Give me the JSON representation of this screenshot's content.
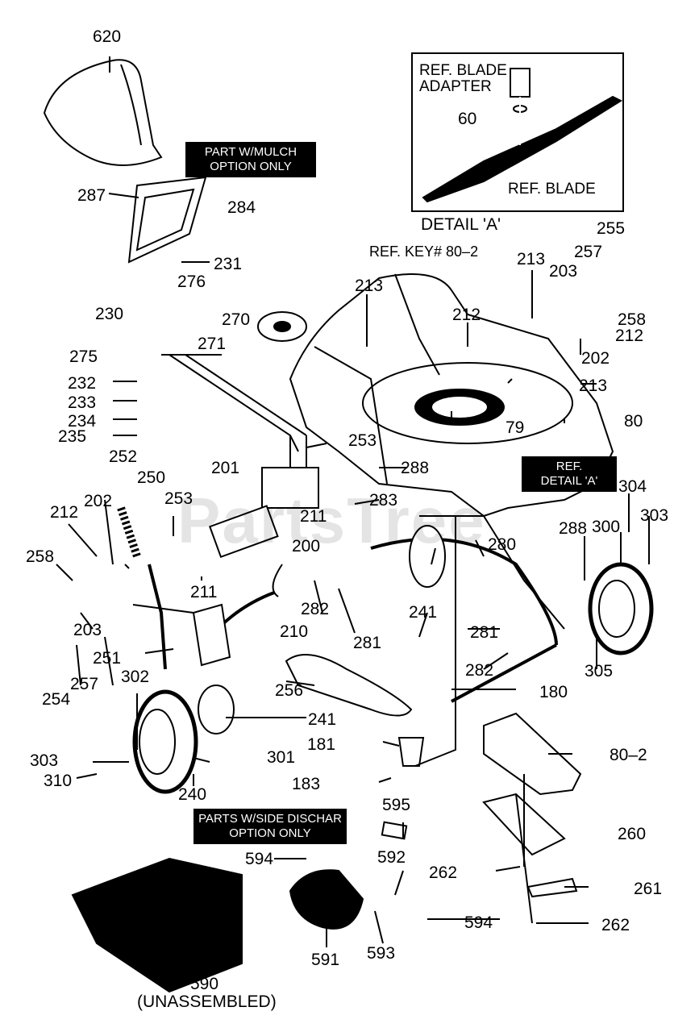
{
  "watermark": "PartsTree",
  "detail": {
    "ref_blade_adapter_line1": "REF. BLADE",
    "ref_blade_adapter_line2": "ADAPTER",
    "part_60": "60",
    "ref_blade": "REF. BLADE",
    "title": "DETAIL 'A'",
    "part_255": "255"
  },
  "callouts": {
    "mulch_line1": "PART W/MULCH",
    "mulch_line2": "OPTION ONLY",
    "ref_detail_line1": "REF.",
    "ref_detail_line2": "DETAIL 'A'",
    "side_line1": "PARTS W/SIDE DISCHAR",
    "side_line2": "OPTION ONLY",
    "ref_key": "REF. KEY# 80–2",
    "unassembled": "(UNASSEMBLED)"
  },
  "parts": {
    "p620": "620",
    "p287": "287",
    "p284": "284",
    "p231": "231",
    "p276": "276",
    "p230": "230",
    "p270": "270",
    "p271": "271",
    "p275": "275",
    "p232": "232",
    "p233": "233",
    "p234": "234",
    "p235": "235",
    "p213a": "213",
    "p213b": "213",
    "p213c": "213",
    "p203a": "203",
    "p257a": "257",
    "p258a": "258",
    "p212a": "212",
    "p212b": "212",
    "p202a": "202",
    "p80": "80",
    "p79": "79",
    "p253a": "253",
    "p252": "252",
    "p250": "250",
    "p201": "201",
    "p253b": "253",
    "p211a": "211",
    "p283": "283",
    "p288a": "288",
    "p212c": "212",
    "p202b": "202",
    "p258b": "258",
    "p200": "200",
    "p211b": "211",
    "p282a": "282",
    "p241a": "241",
    "p280": "280",
    "p304": "304",
    "p303a": "303",
    "p300": "300",
    "p288b": "288",
    "p203b": "203",
    "p210": "210",
    "p281a": "281",
    "p281b": "281",
    "p282b": "282",
    "p305": "305",
    "p251": "251",
    "p254": "254",
    "p257b": "257",
    "p302": "302",
    "p256": "256",
    "p180": "180",
    "p241b": "241",
    "p181": "181",
    "p80_2": "80–2",
    "p303b": "303",
    "p301": "301",
    "p310": "310",
    "p240": "240",
    "p183": "183",
    "p595": "595",
    "p260": "260",
    "p594a": "594",
    "p592": "592",
    "p262a": "262",
    "p261": "261",
    "p594b": "594",
    "p262b": "262",
    "p590": "590",
    "p591": "591",
    "p593": "593"
  }
}
